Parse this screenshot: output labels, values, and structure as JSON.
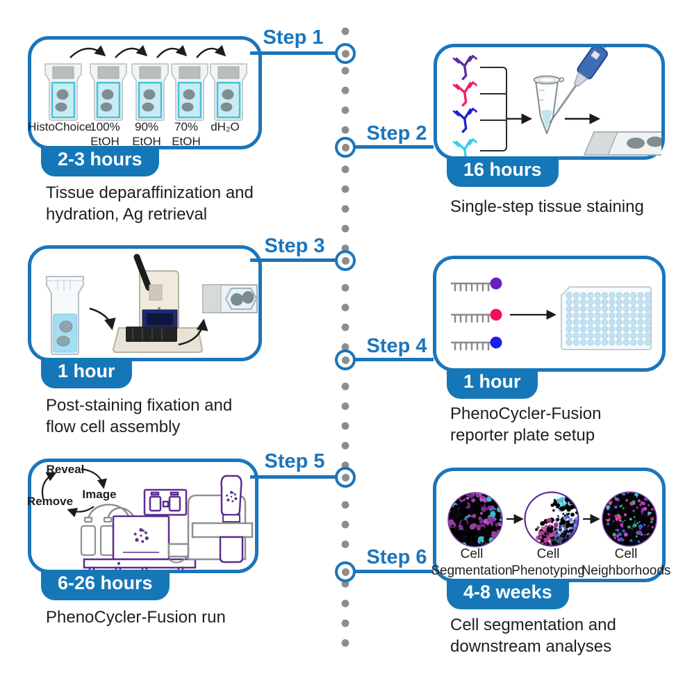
{
  "colors": {
    "accent": "#1b75bb",
    "badge": "#1577b7",
    "timeline_dot": "#8d8d8d",
    "purple": "#5b2d90",
    "text": "#1e1e1e"
  },
  "steps": [
    {
      "label": "Step 1",
      "duration": "2-3 hours",
      "caption": "Tissue deparaffinization and\nhydration, Ag retrieval"
    },
    {
      "label": "Step 2",
      "duration": "16 hours",
      "caption": "Single-step tissue staining"
    },
    {
      "label": "Step 3",
      "duration": "1 hour",
      "caption": "Post-staining fixation and\nflow cell assembly"
    },
    {
      "label": "Step 4",
      "duration": "1 hour",
      "caption": "PhenoCycler-Fusion\nreporter plate setup"
    },
    {
      "label": "Step 5",
      "duration": "6-26 hours",
      "caption": "PhenoCycler-Fusion run"
    },
    {
      "label": "Step 6",
      "duration": "4-8 weeks",
      "caption": "Cell segmentation and\ndownstream analyses"
    }
  ],
  "step1": {
    "container_labels": [
      "HistoChoice",
      "100%\nEtOH",
      "90%\nEtOH",
      "70%\nEtOH",
      "dH₂O"
    ]
  },
  "step2": {
    "antibody_colors": [
      "#5a2ca0",
      "#ee1f63",
      "#2222cc",
      "#2fd0f0"
    ]
  },
  "step4": {
    "reporter_colors": [
      "#6a1ec2",
      "#f2115f",
      "#1c1cf0"
    ]
  },
  "step5": {
    "cycle_labels": [
      "Reveal",
      "Image",
      "Remove"
    ]
  },
  "step6": {
    "circle_labels": [
      "Cell\nSegmentation",
      "Cell\nPhenotyping",
      "Cell\nNeighborhoods"
    ]
  }
}
